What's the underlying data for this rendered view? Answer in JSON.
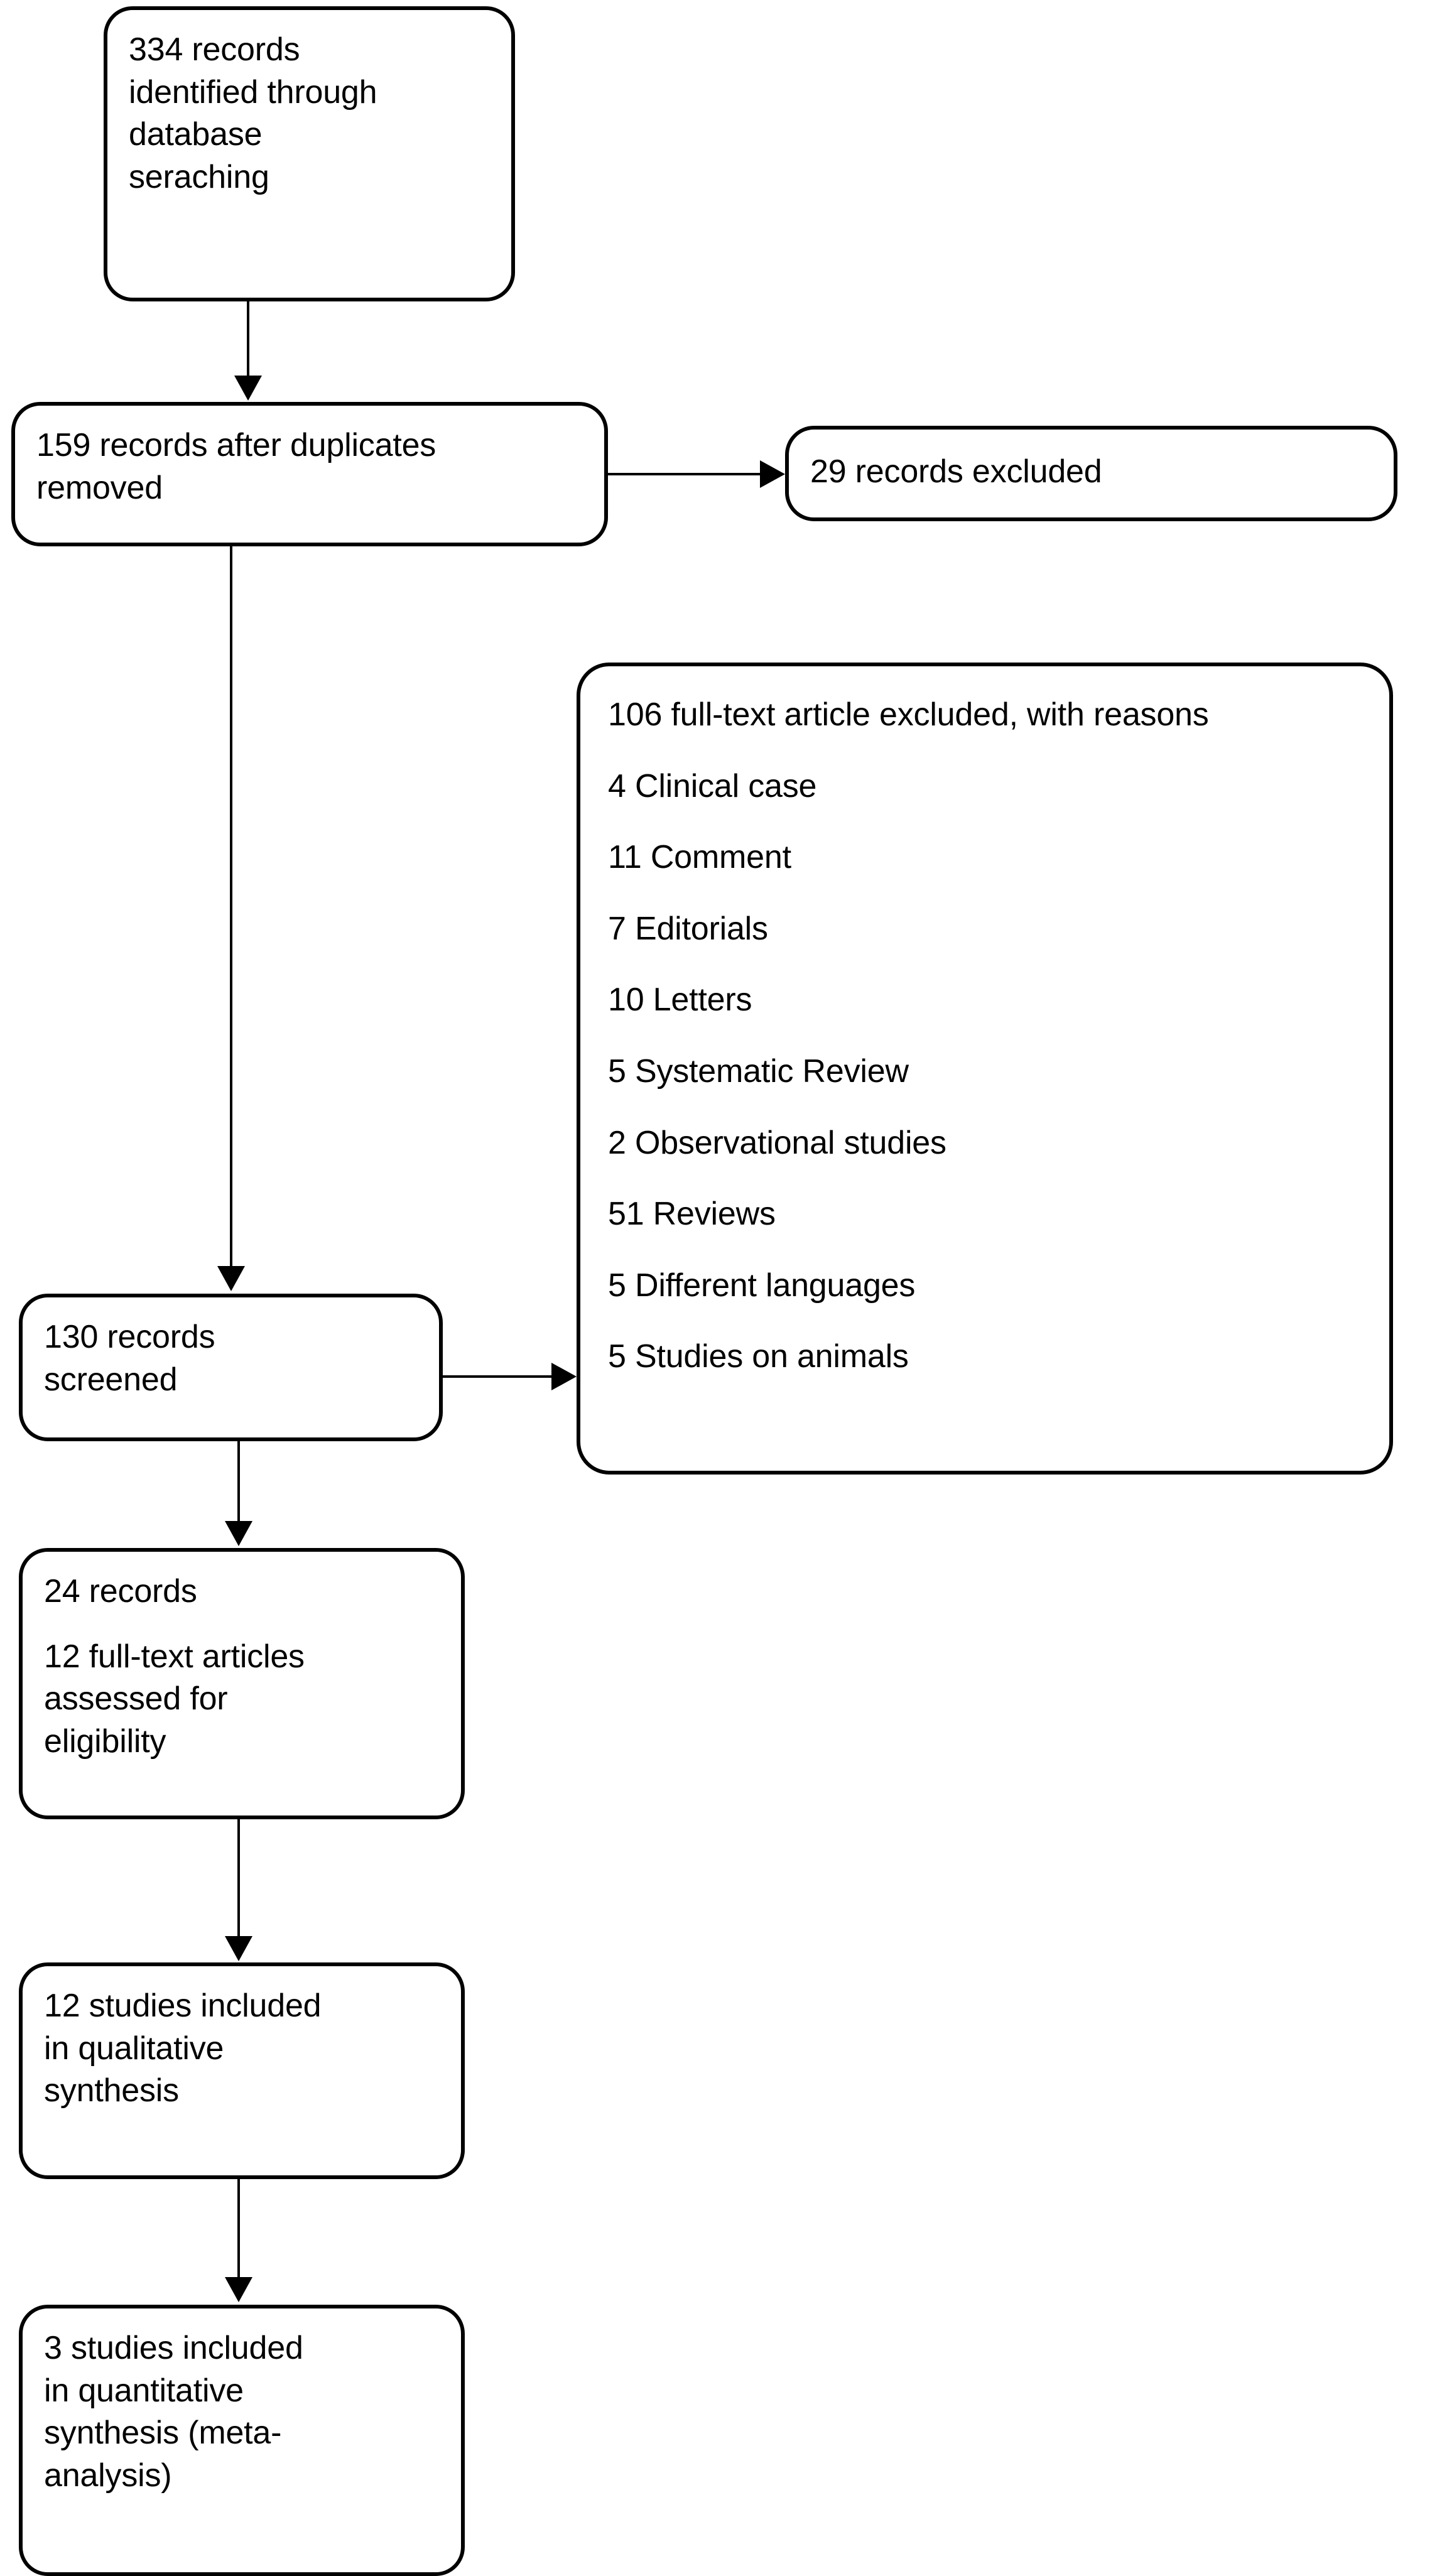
{
  "diagram": {
    "type": "prisma-flow-diagram",
    "nodes": [
      {
        "id": "identification",
        "lines": [
          "334 records",
          "identified through",
          "database",
          "seraching"
        ],
        "text": "334 records identified through database seraching",
        "count": 334
      },
      {
        "id": "after-duplicates",
        "lines": [
          "159 records after duplicates",
          "removed"
        ],
        "text": "159 records after duplicates removed",
        "count": 159
      },
      {
        "id": "records-excluded",
        "lines": [
          "29 records excluded"
        ],
        "text": "29 records excluded",
        "count": 29
      },
      {
        "id": "records-screened",
        "lines": [
          "130 records",
          "screened"
        ],
        "text": "130 records screened",
        "count": 130
      },
      {
        "id": "assessed-eligibility",
        "lines": [
          "24 records",
          "12 full-text articles",
          "assessed for",
          "eligibility"
        ],
        "text": "24 records 12 full-text articles assessed for eligibility",
        "count": 24
      },
      {
        "id": "qualitative-synthesis",
        "lines": [
          "12 studies included",
          "in qualitative",
          "synthesis"
        ],
        "text": "12 studies included in qualitative synthesis",
        "count": 12
      },
      {
        "id": "quantitative-synthesis",
        "lines": [
          "3 studies included",
          "in quantitative",
          "synthesis (meta-",
          "analysis)"
        ],
        "text": "3 studies included in quantitative synthesis (meta-analysis)",
        "count": 3
      }
    ],
    "exclusion_box": {
      "id": "full-text-excluded",
      "header": "106 full-text article excluded, with reasons",
      "total": 106,
      "reasons": [
        {
          "count": 4,
          "label": "4 Clinical case"
        },
        {
          "count": 11,
          "label": "11 Comment"
        },
        {
          "count": 7,
          "label": "7 Editorials"
        },
        {
          "count": 10,
          "label": "10 Letters"
        },
        {
          "count": 5,
          "label": "5 Systematic Review"
        },
        {
          "count": 2,
          "label": "2 Observational studies"
        },
        {
          "count": 51,
          "label": "51 Reviews"
        },
        {
          "count": 5,
          "label": "5 Different languages"
        },
        {
          "count": 5,
          "label": "5 Studies on animals"
        }
      ]
    },
    "node_text": {
      "identification_l1": "334 records",
      "identification_l2": "identified through",
      "identification_l3": "database",
      "identification_l4": "seraching",
      "after_duplicates_l1": "159 records after duplicates",
      "after_duplicates_l2": "removed",
      "records_excluded_l1": "29 records excluded",
      "records_screened_l1": "130 records",
      "records_screened_l2": "screened",
      "eligibility_l1": "24 records",
      "eligibility_l2": "12 full-text articles",
      "eligibility_l3": "assessed for",
      "eligibility_l4": "eligibility",
      "qualitative_l1": "12 studies included",
      "qualitative_l2": "in qualitative",
      "qualitative_l3": "synthesis",
      "quantitative_l1": "3 studies included",
      "quantitative_l2": "in quantitative",
      "quantitative_l3": "synthesis (meta-",
      "quantitative_l4": "analysis)",
      "excl_header": "106 full-text article excluded, with reasons",
      "excl_r1": "4 Clinical case",
      "excl_r2": "11 Comment",
      "excl_r3": "7 Editorials",
      "excl_r4": "10 Letters",
      "excl_r5": "5 Systematic Review",
      "excl_r6": "2 Observational studies",
      "excl_r7": "51 Reviews",
      "excl_r8": "5 Different languages",
      "excl_r9": "5 Studies on animals"
    },
    "colors": {
      "stroke": "#000000",
      "fill": "#ffffff",
      "text": "#000000"
    }
  }
}
